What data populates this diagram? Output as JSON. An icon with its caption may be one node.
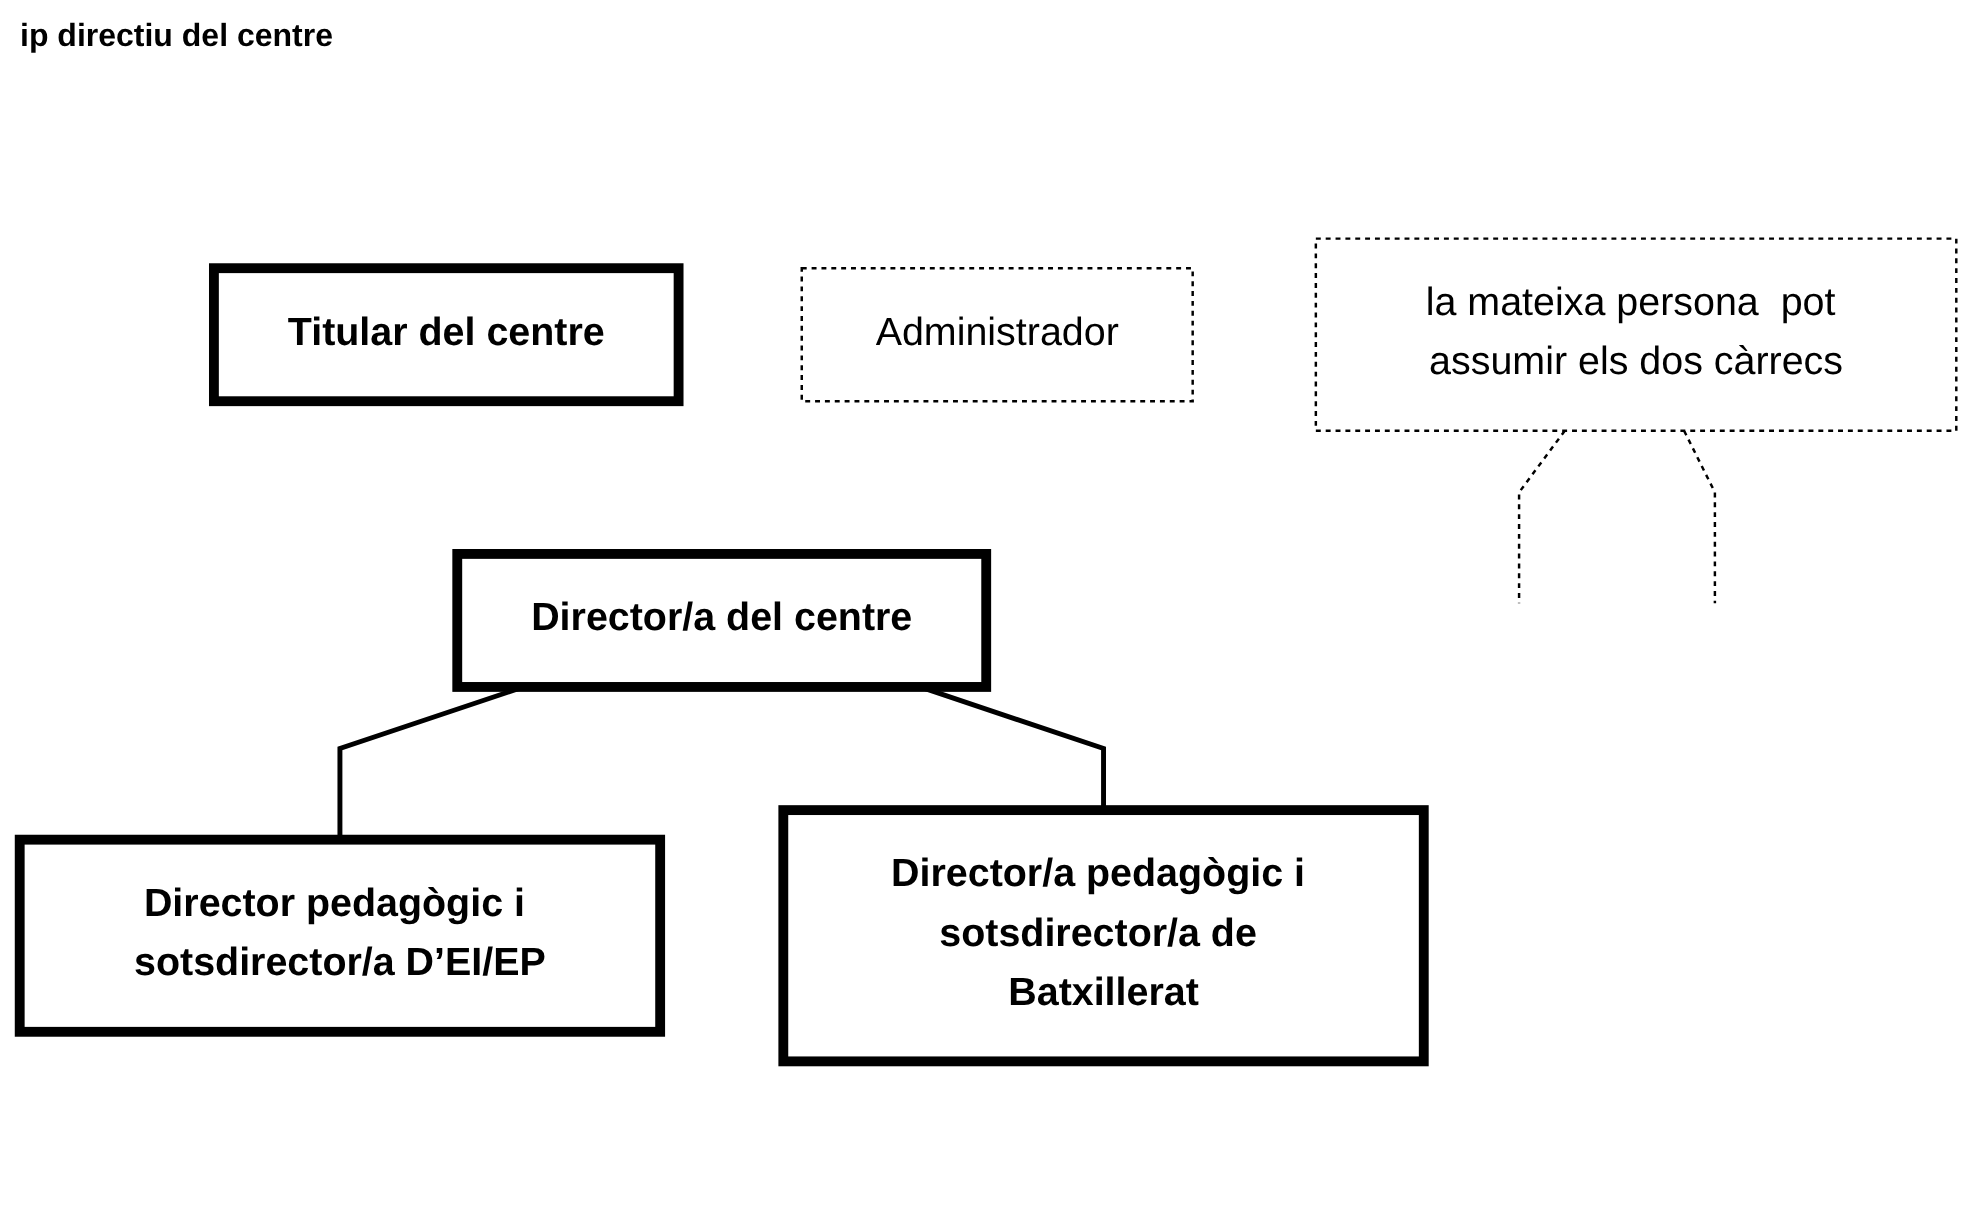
{
  "diagram": {
    "title": "ip directiu del centre",
    "nodes": [
      {
        "text": [
          "Titular del centre"
        ]
      },
      {
        "text": [
          "Administrador"
        ]
      },
      {
        "text": [
          "Director/a del centre"
        ]
      },
      {
        "text": [
          "la mateixa persona  pot assumir els dos càrrecs"
        ]
      },
      {
        "text": [
          "Director pedagògic i sotsdirector/a D’EI/EP"
        ]
      },
      {
        "text": [
          "Director/a pedagògic i sotsdirector/a de Batxillerat"
        ]
      }
    ],
    "edges": [
      {
        "from": 2,
        "to": 4,
        "arrow": "none"
      },
      {
        "from": 2,
        "to": 5,
        "arrow": "none"
      },
      {
        "from": 3,
        "to": null,
        "arrow": "none",
        "style": "dashed"
      },
      {
        "from": 3,
        "to": null,
        "arrow": "none",
        "style": "dashed"
      }
    ]
  }
}
